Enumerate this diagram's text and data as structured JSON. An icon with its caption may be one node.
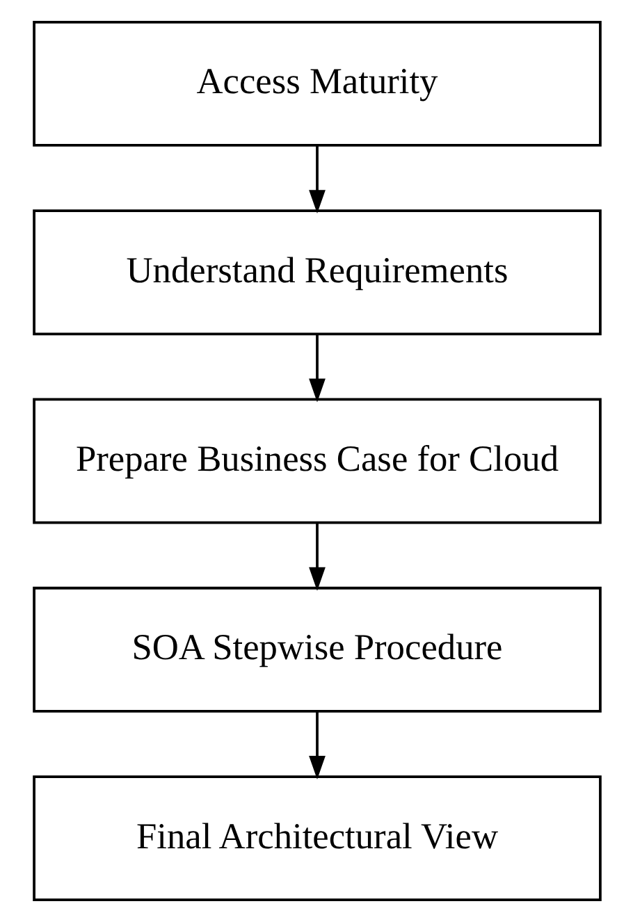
{
  "diagram": {
    "nodes": [
      {
        "text": [
          "Access Maturity"
        ]
      },
      {
        "text": [
          "Understand Requirements"
        ]
      },
      {
        "text": [
          "Prepare Business Case for Cloud"
        ]
      },
      {
        "text": [
          "SOA Stepwise Procedure"
        ]
      },
      {
        "text": [
          "Final Architectural View"
        ]
      }
    ],
    "edges": [
      {
        "from": 0,
        "to": 1,
        "arrow": "to"
      },
      {
        "from": 1,
        "to": 2,
        "arrow": "to"
      },
      {
        "from": 2,
        "to": 3,
        "arrow": "to"
      },
      {
        "from": 3,
        "to": 4,
        "arrow": "to"
      }
    ]
  }
}
